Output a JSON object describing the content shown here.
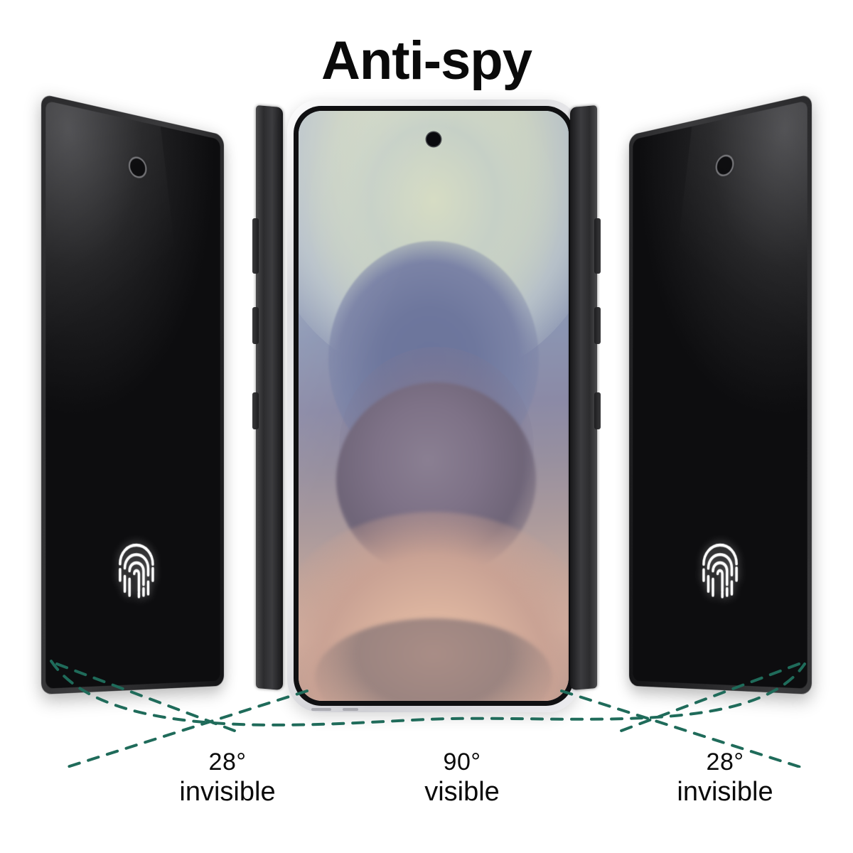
{
  "title": "Anti-spy",
  "theme": {
    "background": "#ffffff",
    "text_color": "#0a0a0a",
    "angle_line_color": "#1f6b5a",
    "dark_phone_color": "#141416",
    "center_frame_color": "#e6e6ea"
  },
  "phones": [
    {
      "id": "left",
      "position": "left",
      "screen_state": "blacked-out",
      "camera": "punch-hole-camera",
      "fingerprint_icon": "fingerprint-icon"
    },
    {
      "id": "center",
      "position": "center",
      "screen_state": "wallpaper-visible",
      "camera": "punch-hole-camera",
      "buttons": [
        "volume-rocker",
        "power-button"
      ]
    },
    {
      "id": "right",
      "position": "right",
      "screen_state": "blacked-out",
      "camera": "punch-hole-camera",
      "fingerprint_icon": "fingerprint-icon"
    }
  ],
  "labels": {
    "left": {
      "angle": "28°",
      "state": "invisible"
    },
    "center": {
      "angle": "90°",
      "state": "visible"
    },
    "right": {
      "angle": "28°",
      "state": "invisible"
    }
  }
}
